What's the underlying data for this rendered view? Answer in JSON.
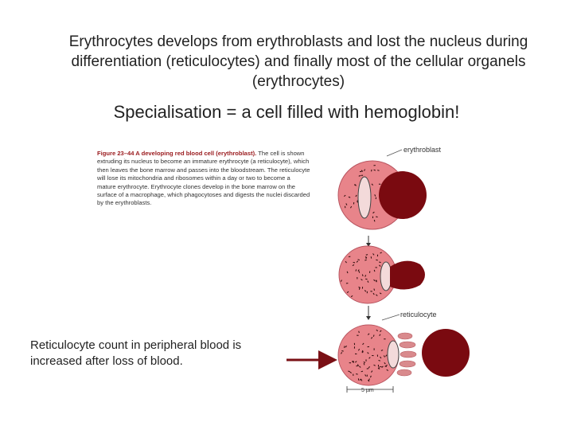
{
  "text": {
    "intro": "Erythrocytes develops from erythroblasts and lost the nucleus during differentiation (reticulocytes) and finally most of the cellular organels (erythrocytes)",
    "headline": "Specialisation = a cell filled with hemoglobin!",
    "figure_label": "Figure 23–44 A developing red blood cell (erythroblast).",
    "figure_caption": " The cell is shown extruding its nucleus to become an immature erythrocyte (a reticulocyte), which then leaves the bone marrow and passes into the bloodstream. The reticulocyte will lose its mitochondria and ribosomes within a day or two to become a mature erythrocyte. Erythrocyte clones develop in the bone marrow on the surface of a macrophage, which phagocytoses and digests the nuclei discarded by the erythroblasts.",
    "note": "Reticulocyte count in peripheral blood is increased after loss of blood."
  },
  "labels": {
    "erythroblast": "erythroblast",
    "reticulocyte": "reticulocyte",
    "scale": "5 µm"
  },
  "colors": {
    "cytoplasm": "#e8848a",
    "nucleus": "#7a0a10",
    "arrow": "#7a1015",
    "speckle": "#2a0a0a"
  }
}
